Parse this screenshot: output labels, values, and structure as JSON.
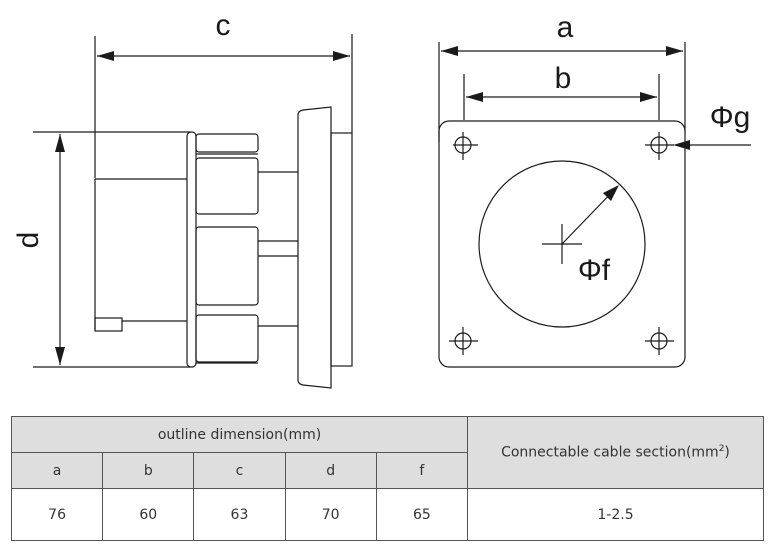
{
  "drawing": {
    "side_view": {
      "label_width": "c",
      "label_height": "d"
    },
    "front_view": {
      "label_width_outer": "a",
      "label_width_holes": "b",
      "label_hole_diameter": "Φg",
      "label_opening_diameter": "Φf"
    }
  },
  "table": {
    "group_header": "outline dimension(mm)",
    "cable_header": "Connectable cable section(mm",
    "cable_header_sup": "2",
    "cable_header_close": ")",
    "columns": [
      "a",
      "b",
      "c",
      "d",
      "f"
    ],
    "values": [
      "76",
      "60",
      "63",
      "70",
      "65"
    ],
    "cable_value": "1-2.5"
  }
}
